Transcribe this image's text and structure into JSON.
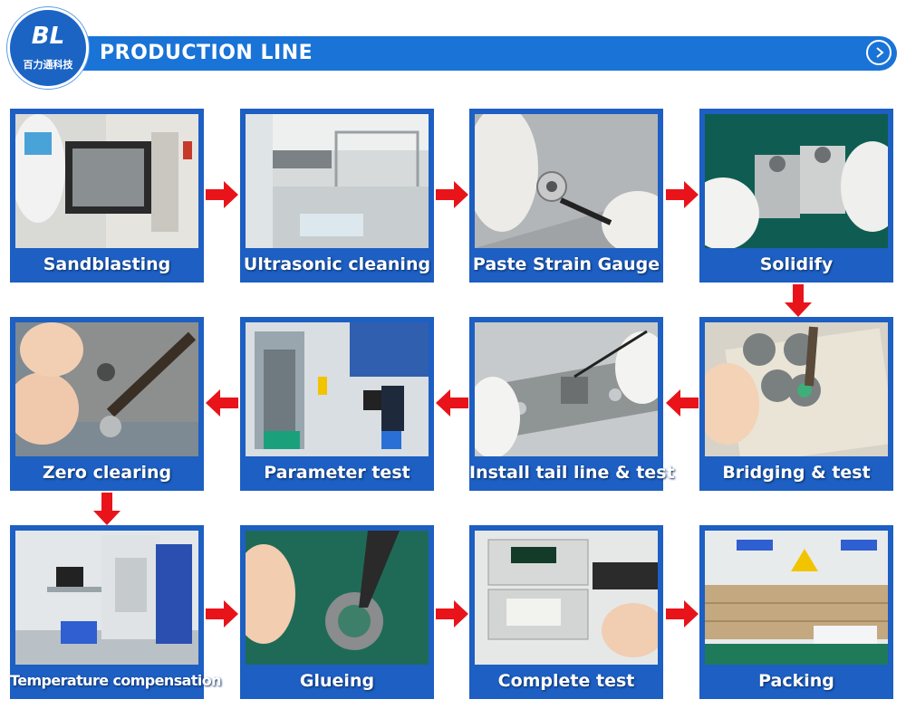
{
  "header": {
    "title": "PRODUCTION LINE",
    "logo_mark": "BL",
    "logo_text": "百力通科技"
  },
  "steps": [
    {
      "label": "Sandblasting"
    },
    {
      "label": "Ultrasonic cleaning"
    },
    {
      "label": "Paste Strain Gauge"
    },
    {
      "label": "Solidify"
    },
    {
      "label": "Bridging & test"
    },
    {
      "label": "Install tail line & test"
    },
    {
      "label": "Parameter test"
    },
    {
      "label": "Zero clearing"
    },
    {
      "label": "Temperature compensation"
    },
    {
      "label": "Glueing"
    },
    {
      "label": "Complete test"
    },
    {
      "label": "Packing"
    }
  ],
  "colors": {
    "brand_blue": "#1a73d6",
    "card_blue": "#1d5fc2",
    "arrow_red": "#e8141a"
  },
  "icons": [
    "play-circle-icon",
    "arrow-right-icon",
    "arrow-left-icon",
    "arrow-down-icon"
  ]
}
